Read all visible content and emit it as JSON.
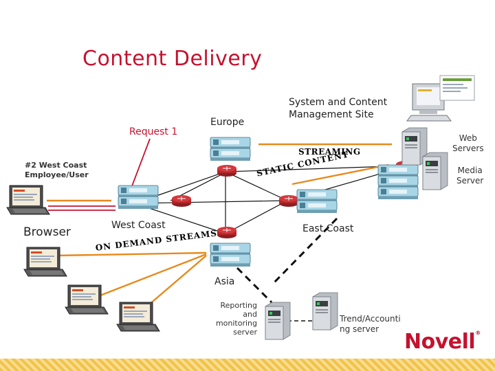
{
  "title": "Content Delivery",
  "labels": {
    "request": "Request 1",
    "europe": "Europe",
    "system_site": "System and Content\nManagement Site",
    "web_servers": "Web\nServers",
    "media_server": "Media\nServer",
    "streaming": "STREAMING",
    "static_content": "STATIC CONTENT",
    "employee_line1": "#2 West Coast",
    "employee_line2": "Employee/User",
    "browser": "Browser",
    "west_coast": "West Coast",
    "east_coast": "East Coast",
    "on_demand": "ON DEMAND STREAMS",
    "asia": "Asia",
    "reporting": "Reporting\nand\nmonitoring\nserver",
    "trend": "Trend/Accounti\nng server"
  },
  "brand": {
    "name": "Novell",
    "mark": "®"
  },
  "colors": {
    "accent": "#c4122f",
    "orange": "#e8891b",
    "router": "#b3262a",
    "appliance": "#8fc8de"
  },
  "icons": [
    "laptop-icon",
    "router-icon",
    "appliance-icon",
    "server-tower-icon",
    "desktop-computer-icon"
  ]
}
